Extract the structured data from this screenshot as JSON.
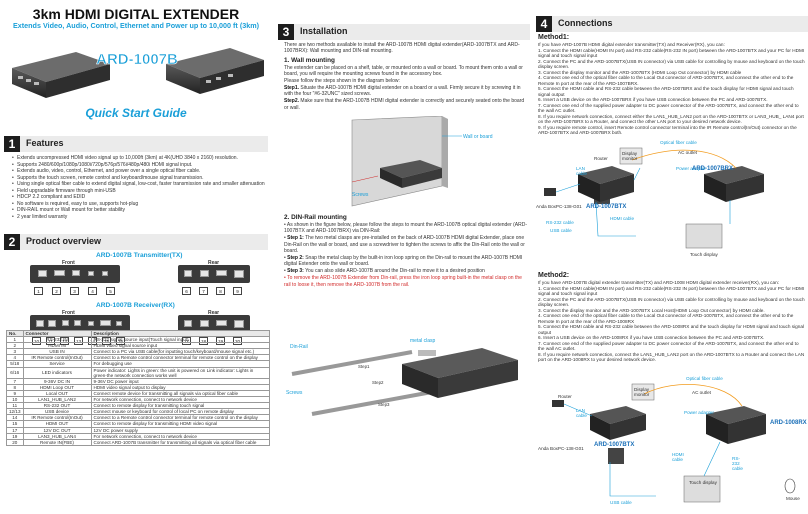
{
  "header": {
    "title": "3km HDMI DIGITAL EXTENDER",
    "subtitle": "Extends Video, Audio, Control, Ethernet and Power up to 10,000 ft (3km)",
    "model": "ARD-1007B",
    "guide": "Quick Start Guide"
  },
  "features": {
    "num": "1",
    "title": "Features",
    "items": [
      "Extends uncompressed HDMI video signal up to 10,000ft (3km) at 4K(UHD 3840 x 2160) resolution.",
      "Supports 2480/600p/1080p/1080i/720p/576p/576i/480p/480i HDMI signal input.",
      "Extends audio, video, control, Ethernet, and power over a single optical fiber cable.",
      "Supports the touch screen, remote control and keyboard/mouse signal transmission.",
      "Using single optical fiber cable to extend digital signal, low-cost, faster transmission rate and smaller attenuation",
      "Field upgradable firmware through mini-USB",
      "HDCP 2.2 compliant and EDID",
      "No software is required, easy to use, supports hot-plug",
      "DIN-RAIL mount or Wall mount for better stability",
      "2 year limited warranty"
    ]
  },
  "overview": {
    "num": "2",
    "title": "Product overview",
    "tx_title": "ARD-1007B Transmitter(TX)",
    "rx_title": "ARD-1007B Receiver(RX)",
    "front": "Front",
    "rear": "Rear",
    "tx_front_nums": [
      "1",
      "2",
      "3",
      "4",
      "5"
    ],
    "tx_rear_nums": [
      "6",
      "7",
      "8",
      "9"
    ],
    "rx_front_nums": [
      "10",
      "11",
      "12",
      "13",
      "14",
      "15",
      "16"
    ],
    "rx_rear_nums": [
      "17",
      "18",
      "19",
      "20"
    ],
    "table": {
      "headers": [
        "No.",
        "Connector",
        "Description"
      ],
      "rows": [
        [
          "1",
          "RS-232 IN",
          "RS-232 signal source input(Touch signal input)"
        ],
        [
          "2",
          "HDMI IN",
          "HDMI video signal source input"
        ],
        [
          "3",
          "USB IN",
          "Connect to a PC via USB cable(for inputting touch/keyboard/mouse signal etc.)"
        ],
        [
          "4",
          "IR Remote control(InOut)",
          "Connect to a Remote control connector terminal for remote control on the display"
        ],
        [
          "5/18",
          "Service",
          "For debugging use"
        ],
        [
          "6/16",
          "LED indicators",
          "Power indicator: Lights in green: the unit is powered on\nLink indicator: Lights in green-the network connection works well"
        ],
        [
          "7",
          "9-36V DC IN",
          "9-36V DC power input"
        ],
        [
          "8",
          "HDMI Loop OUT",
          "HDMI video signal output to display"
        ],
        [
          "9",
          "Local OUT",
          "Connect remote device for transmitting all signals via optical fiber cable"
        ],
        [
          "10",
          "LAN1_HUB_LAN2",
          "For network connection, connect to network device"
        ],
        [
          "11",
          "RS-232 OUT",
          "Connect to remote display for transmitting touch signal"
        ],
        [
          "12/13",
          "USB device",
          "Connect mouse or keyboard for control of local PC on remote display"
        ],
        [
          "14",
          "IR Remote control(InOut)",
          "Connect to a Remote control connector terminal for remote control on the display"
        ],
        [
          "15",
          "HDMI OUT",
          "Connect to remote display for transmitting HDMI video signal"
        ],
        [
          "17",
          "12V DC OUT",
          "12V DC power supply"
        ],
        [
          "19",
          "LAN3_HUB_LAN4",
          "For network connection, connect to network device"
        ],
        [
          "20",
          "Remote IN(FBE)",
          "Connect ARD-1007B transmitter for transmitting all signals via optical fiber cable"
        ]
      ]
    }
  },
  "installation": {
    "num": "3",
    "title": "Installation",
    "intro": "There are two methods available to install the ARD-1007B HDMI digital extender(ARD-1007BTX and ARD-1007BRX): Wall mounting and DIN-rail mounting.",
    "wall_heading": "1.  Wall mounting",
    "wall_p1": "The extender can be placed on a shelf, table, or mounted onto a wall or board.  To mount them onto a wall or board, you will require the mounting screws found in the accessory box.",
    "wall_p2": "Please follow the steps shown in the diagram below:",
    "step1_b": "Step1.",
    "step1": " Situate the ARD-1007B HDMI digital extender on a board or a wall. Firmly secure it by screwing it in with the four \"#6-32UNC\" sized screws.",
    "step2_b": "Step2.",
    "step2": " Make sure that the ARD-1007B HDMI digital extender is correctly and securely seated onto the board or wall.",
    "wall_label": "Wall or board",
    "screws_label": "Screws",
    "din_heading": "2. DIN-Rail mounting",
    "din_b1": "As shown in the figure below, please follow the steps to mount the ARD-1007B optical digital extender (ARD-1007BTX and ARD-1007BRX) via DIN-Rail:",
    "din_s1_b": "Step 1:",
    "din_s1": " The two metal clasps are pre-installed on the back of ARD-1007B HDMI digital Extender, place one Din-Rail on the wall or board, and use a screwdriver to tighten the screws to affix the Din-Rail onto the wall or board.",
    "din_s2_b": "Step 2:",
    "din_s2": " Snap the metal clasp by the built-in iron loop spring on the Din-rail to mount the ARD-1007B HDMI digital Extender onto the wall or board.",
    "din_s3_b": "Step 3:",
    "din_s3": " You can also slide ARD-1007B around the Din-rail to move it to a desired position",
    "din_remove": "To remove the ARD-1007B Extender from Din-rail, press the iron loop spring built-in the metal clasp on the rail to loose it, then remove the ARD-1007B from the rail.",
    "din_rail_label": "Din-Rail",
    "clasp_label": "metal clasp",
    "screws2": "Screws",
    "steps": [
      "Step1",
      "Step2",
      "Step3"
    ]
  },
  "connections": {
    "num": "4",
    "title": "Connections",
    "m1_heading": "Method1:",
    "m1_intro": "If you have ARD-1007B HDMI digital extender transmitter(TX) and Receiver(RX), you can:",
    "m1_steps": [
      "1.  Connect the HDMI cable(HDMI IN port) and RS-232 cable(RS-232 IN port) between the ARD-1007BTX and your PC for HDMI signal and touch signal input",
      "2.  Connect the PC and the ARD-1007BTX(USB IN connector) via USB cable for controlling by mouse and keyboard on the touch display screen.",
      "3.  Connect the display monitor and the ARD-1007BTX (HDMI Loop Out connector) by HDMI cable",
      "4.  Connect one end of the optical fiber cable to the Local Out connector of ARD-1007BTX, and connect the other end to the Remote In port at the rear of the ARD-1007BRX.",
      "5.  Connect the HDMI cable and RS-232 cable between the ARD-1007BRX and the touch display for HDMI signal and touch signal output",
      "6.  Insert a USB device on the ARD-1007BRX if you have USB connection between the PC and ARD-1007BTX.",
      "7.  Connect one end of the supplied power adapter to DC power connector of the ARD-1007BTX, and connect the other end to the wall AC outlet.",
      "8.  If you require network connection, connect either the LAN1_HUB_LAN2 port on the ARD-1007BTX or LAN3_HUB_ LAN4 port on the ARD-1007BRX to a Router,  and connect the other LAN port to your desired network device.",
      "9.  If you require remote control, insert Remote control connector terminal into the IR Remote control(In/Out) connector on the ARD-1007BTX and ARD-1007BRX both."
    ],
    "m2_heading": "Method2:",
    "m2_intro": "If you have ARD-1007B digital extender transmitter(TX) and ARD-1008 HDMI digital extender receiver(RX), you can:",
    "m2_steps": [
      "1.  Connect the HDMI cable(HDMI IN port) and RS-232 cable(RS-232 IN port) between the ARD-1007BTX and your PC for HDMI signal and touch signal input",
      "2.  Connect the PC and the ARD-1007BTX(USB IN connector) via USB cable for controlling by mouse and keyboard on the touch display screen.",
      "3.  Connect the display monitor and the ARD-1007BTX Local Host(HDMI Loop Out connector) by HDMI cable.",
      "4.  Connect one end of the optical fiber cable to the Local Out connector of ARD-1007BTX, and connect the other end to the Remote In port at the rear of the ARD-1008RX",
      "5.  Connect the HDMI cable and RS-232 cable between the ARD-1008RX and the touch display for HDMI signal and touch signal output",
      "6.  Insert a USB device on the ARD-1008RX if you have USB connection between the PC and ARD-1007BTX.",
      "7.  Connect one end of the supplied power adapter to DC power connector of the ARD-1007BTX, and connect the other end to the wall AC outlet.",
      "8.  If you require network connection, connect the LAN1_HUB_LAN2 port on the ARD-1007BTX to a Router and connect the LAN port on the ARD-1008RX to your desired network device."
    ],
    "d1": {
      "fiber": "Optical fiber cable",
      "display": "Display monitor",
      "ac": "AC outlet",
      "router": "Router",
      "lan": "LAN cable",
      "power": "Power adapter",
      "pc": "Anda BoxPC-138-G01",
      "tx": "ARD-1007BTX",
      "rx": "ARD-1007BRX",
      "hdmi": "HDMI cable",
      "rs232": "RS-232 cable",
      "usb": "USB cable",
      "touch": "Touch display"
    },
    "d2": {
      "fiber": "Optical fiber cable",
      "display": "Display monitor",
      "ac": "AC outlet",
      "router": "Router",
      "lan": "LAN cable",
      "power": "Power adapter",
      "pc": "Anda BoxPC-138-G01",
      "tx": "ARD-1007BTX",
      "rx": "ARD-1008RX",
      "hdmi": "HDMI cable",
      "rs232": "RS-232 cable",
      "usb": "USB cable",
      "touch": "Touch display",
      "mouse": "Mouse"
    }
  },
  "colors": {
    "accent": "#1a9fd8",
    "section_bg": "#ebebeb",
    "badge": "#1d1d1d",
    "red": "#d12a2a"
  }
}
